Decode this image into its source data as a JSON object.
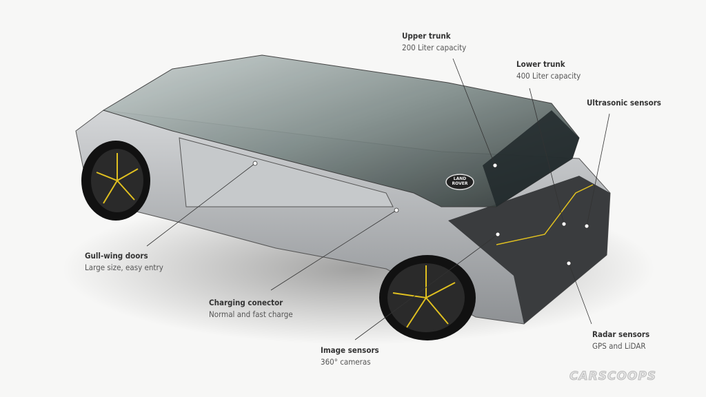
{
  "callouts": [
    {
      "title": "Upper trunk",
      "subtitle": "200 Liter capacity"
    },
    {
      "title": "Lower trunk",
      "subtitle": "400 Liter capacity"
    },
    {
      "title": "Ultrasonic sensors",
      "subtitle": ""
    },
    {
      "title": "Gull-wing doors",
      "subtitle": "Large size, easy entry"
    },
    {
      "title": "Charging conector",
      "subtitle": "Normal and fast charge"
    },
    {
      "title": "Image sensors",
      "subtitle": "360° cameras"
    },
    {
      "title": "Radar sensors",
      "subtitle": "GPS and LiDAR"
    }
  ],
  "badge": "LAND ROVER",
  "watermark": "CARSCOOPS",
  "colors": {
    "background": "#f7f7f6",
    "body": "#b9bcbf",
    "glass": "#3f4a48",
    "accent": "#e0c020"
  }
}
